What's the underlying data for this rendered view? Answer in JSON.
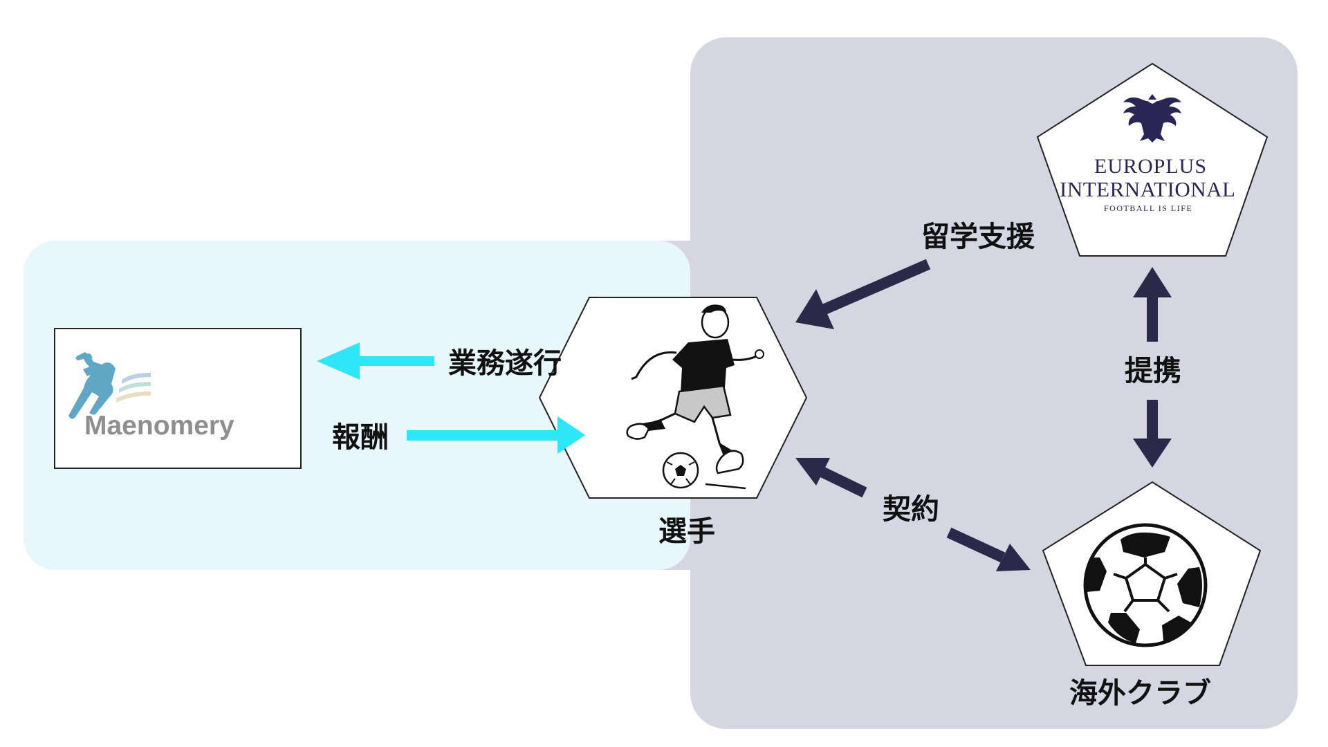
{
  "nodes": {
    "company": {
      "logo_text": "Maenomery"
    },
    "player": {
      "label": "選手"
    },
    "agency": {
      "logo_line1": "EUROPLUS",
      "logo_line2": "INTERNATIONAL",
      "logo_line3": "FOOTBALL IS LIFE"
    },
    "club": {
      "label": "海外クラブ"
    }
  },
  "edges": {
    "duties": "業務遂行",
    "compensation": "報酬",
    "study_support": "留学支援",
    "partnership": "提携",
    "contract": "契約"
  },
  "colors": {
    "cyan_arrow": "#2ee6f8",
    "navy_arrow": "#2a2a48",
    "right_panel": "#d6d6e2",
    "left_panel": "#e8f7fc",
    "logo_navy": "#2a2654",
    "logo_gray": "#8e8e8e"
  }
}
